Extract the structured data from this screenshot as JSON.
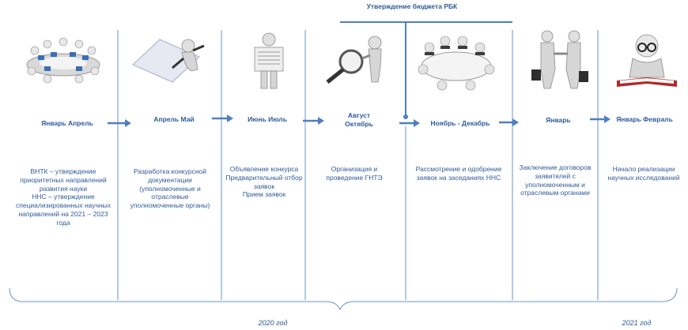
{
  "budget_label": "Утверждение бюджета РБК",
  "stages": [
    {
      "id": "1",
      "title": "Январь  Апрель",
      "icon": "round-table-computers-icon",
      "description": "ВНТК – утверждение приоритетных направлений развития науки\nННС – утверждение специализированных научных направлений на 2021 – 2023 года"
    },
    {
      "id": "2",
      "title": "Апрель Май",
      "icon": "person-writing-document-icon",
      "description": "Разработка конкурсной документации (уполномоченные и отраслевые уполномоченные органы)"
    },
    {
      "id": "3",
      "title": "Июнь Июль",
      "icon": "person-reading-newspaper-icon",
      "description": "Объявление конкурса\nПредварительный отбор заявок\nПрием заявок"
    },
    {
      "id": "4",
      "title": "Август\nОктябрь",
      "icon": "person-with-magnifier-icon",
      "description": "Организация и проведение ГНТЭ"
    },
    {
      "id": "5",
      "title": "Ноябрь - Декабрь",
      "icon": "meeting-table-icon",
      "description": "Рассмотрение и одобрение заявок на заседаниях ННС"
    },
    {
      "id": "6",
      "title": "Январь",
      "icon": "handshake-icon",
      "description": "Заключение договоров заявителей с уполномоченным и отраслевым органами"
    },
    {
      "id": "7",
      "title": "Январь  Февраль",
      "icon": "person-reading-book-icon",
      "description": "Начало реализации научных исследований"
    }
  ],
  "years": [
    {
      "label": "2020 год"
    },
    {
      "label": "2021 год"
    }
  ],
  "colors": {
    "accent": "#2F5A9A",
    "line": "#6E93C6",
    "arrow": "#4F7FC0"
  }
}
